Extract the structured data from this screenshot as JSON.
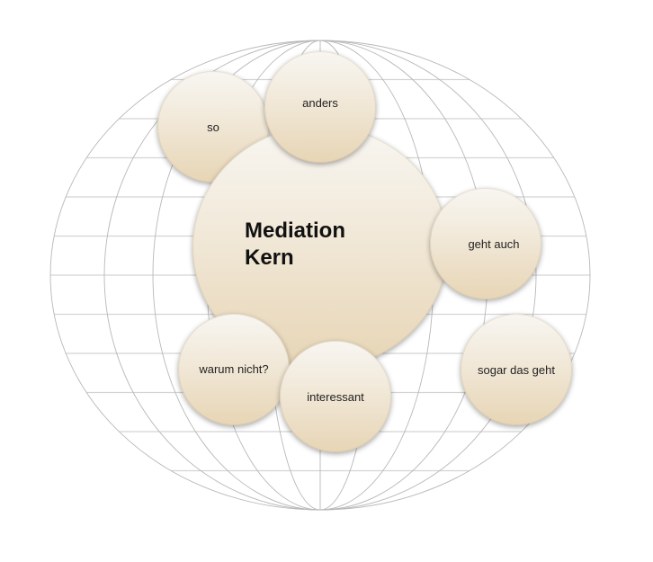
{
  "diagram": {
    "type": "bubble-cluster-over-globe",
    "center": {
      "label_line1": "Mediation",
      "label_line2": "Kern"
    },
    "satellites": [
      {
        "id": "so",
        "label": "so"
      },
      {
        "id": "anders",
        "label": "anders"
      },
      {
        "id": "geht-auch",
        "label": "geht auch"
      },
      {
        "id": "sogar-das-geht",
        "label": "sogar das geht"
      },
      {
        "id": "warum-nicht",
        "label": "warum nicht?"
      },
      {
        "id": "interessant",
        "label": "interessant"
      }
    ],
    "colors": {
      "bubble_top": "#f8f6f2",
      "bubble_bottom": "#e7d5b5",
      "grid_line": "#c8c8c8",
      "text": "#222222"
    }
  }
}
